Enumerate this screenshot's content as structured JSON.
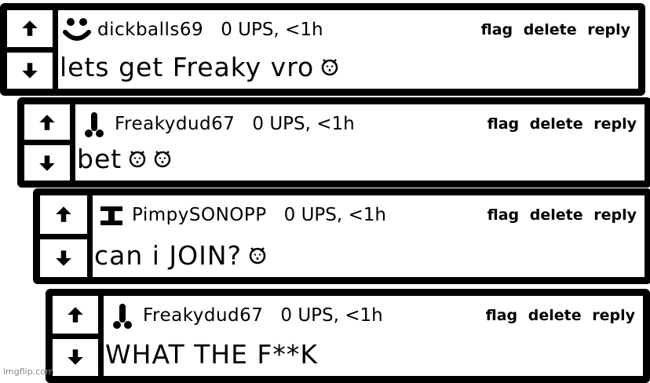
{
  "watermark": "imgflip.com",
  "actions": {
    "flag": "flag",
    "delete": "delete",
    "reply": "reply"
  },
  "comments": [
    {
      "username": "dickballs69",
      "meta": "0 UPS, <1h",
      "text": "lets get Freaky vro",
      "avatar_icon": "smiley-face-icon",
      "text_emoji": "devil-emoji-icon"
    },
    {
      "username": "Freakydud67",
      "meta": "0 UPS, <1h",
      "text": "bet",
      "avatar_icon": "phallic-doodle-icon",
      "text_emoji": "devil-emoji-icon"
    },
    {
      "username": "PimpySONOPP",
      "meta": "0 UPS, <1h",
      "text": "can i JOIN?",
      "avatar_icon": "bar-doodle-icon",
      "text_emoji": "devil-emoji-icon"
    },
    {
      "username": "Freakydud67",
      "meta": "0 UPS, <1h",
      "text": "WHAT THE F**K",
      "avatar_icon": "phallic-doodle-icon",
      "text_emoji": ""
    }
  ]
}
